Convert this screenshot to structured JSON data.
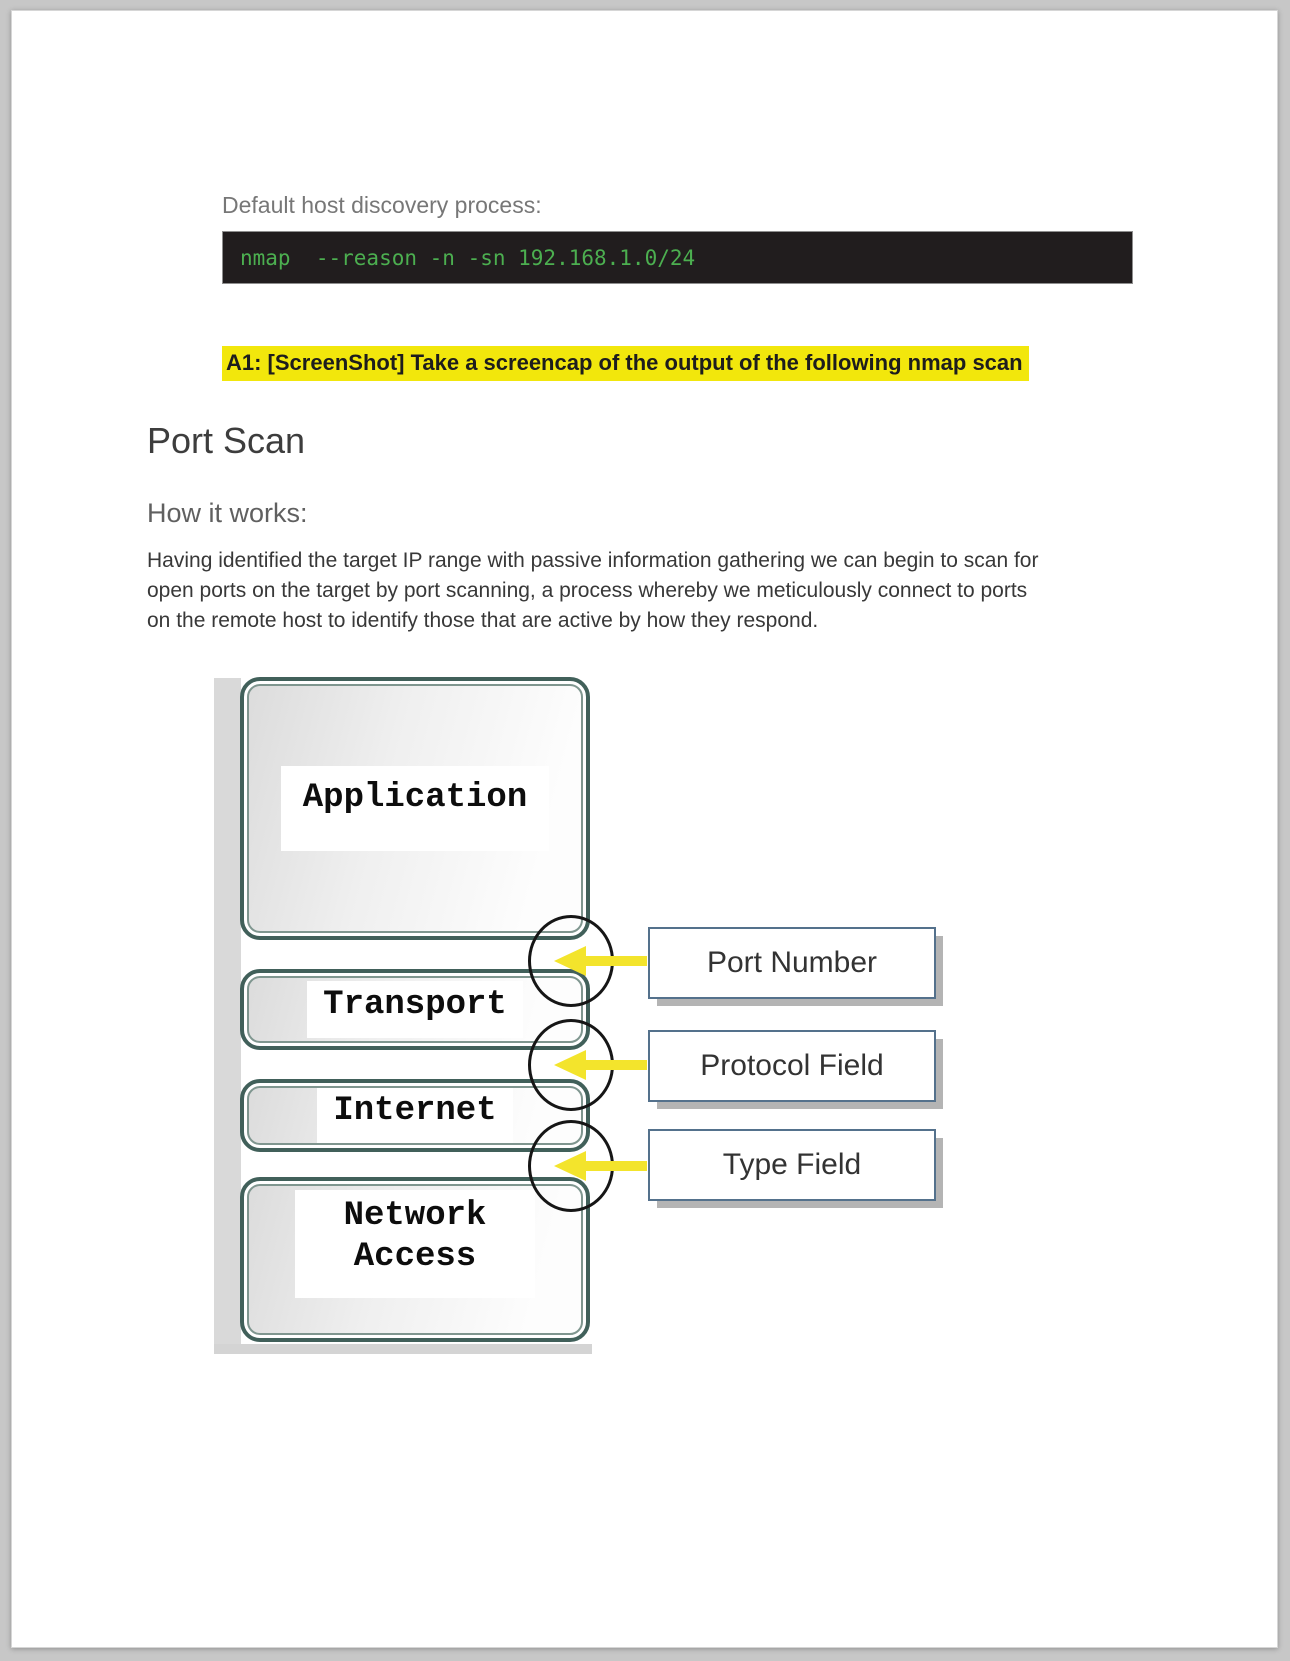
{
  "document": {
    "intro_label": "Default host discovery process:",
    "code_block": {
      "command": "nmap  --reason -n -sn 192.168.1.0/24"
    },
    "highlight_note": "A1: [ScreenShot] Take a screencap of the output of the following nmap scan",
    "section_heading": "Port Scan",
    "subsection_heading": "How it works:",
    "paragraph_lines": [
      "Having identified the target IP range with passive information gathering we can begin to scan for",
      "open ports on the target by port scanning, a process whereby we meticulously connect to ports",
      "on the remote host to identify those that are active by how they respond."
    ]
  },
  "diagram": {
    "layers": [
      {
        "label": "Application"
      },
      {
        "label": "Transport"
      },
      {
        "label": "Internet"
      },
      {
        "label": "Network Access"
      }
    ],
    "callouts": [
      {
        "label": "Port Number"
      },
      {
        "label": "Protocol Field"
      },
      {
        "label": "Type Field"
      }
    ]
  },
  "colors": {
    "desk_background": "#c7c7c7",
    "page_background": "#ffffff",
    "muted_text": "#777777",
    "heading_text": "#3d3d3d",
    "body_text": "#383838",
    "code_background": "#211d1e",
    "code_text": "#4caf50",
    "highlight_background": "#f2e70c",
    "layer_border": "#41605a",
    "layer_inner_border": "#7f968f",
    "callout_border": "#54718c",
    "arrow_yellow": "#f3e42c",
    "circle_stroke": "#161616"
  }
}
